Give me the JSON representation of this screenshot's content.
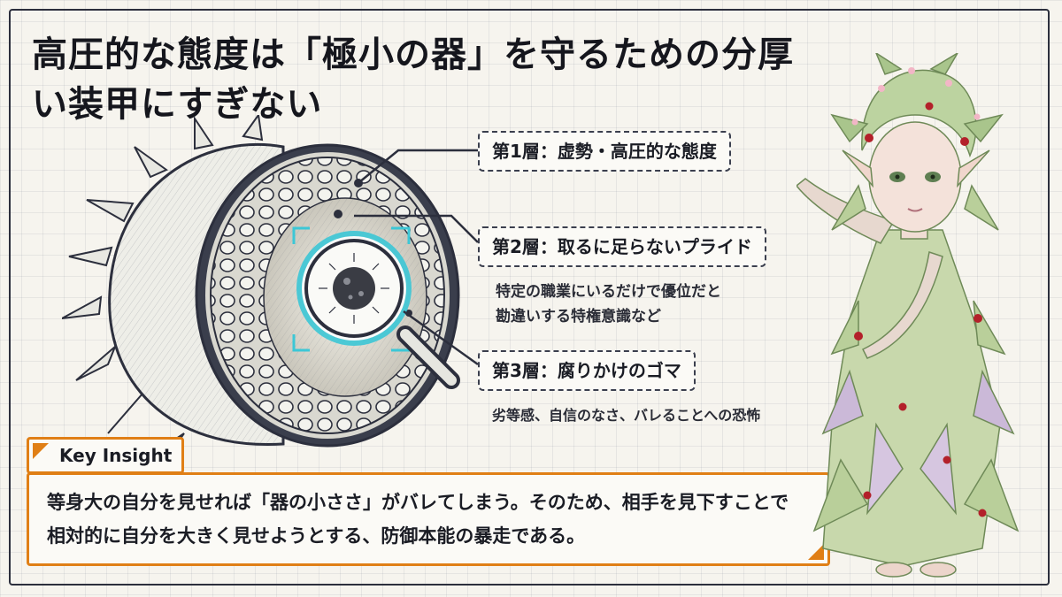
{
  "title": "高圧的な態度は「極小の器」を守るための分厚い装甲にすぎない",
  "layers": [
    {
      "label": "第1層：虚勢・高圧的な態度",
      "description": ""
    },
    {
      "label": "第2層：取るに足らないプライド",
      "description_lines": [
        "特定の職業にいるだけで優位だと",
        "勘違いする特権意識など"
      ]
    },
    {
      "label": "第3層：腐りかけのゴマ",
      "description_lines": [
        "劣等感、自信のなさ、バレることへの恐怖"
      ]
    }
  ],
  "insight": {
    "tab_label": "Key Insight",
    "body_lines": [
      "等身大の自分を見せれば「器の小ささ」がバレてしまう。そのため、相手を見下すことで",
      "相対的に自分を大きく見せようとする、防御本能の暴走である。"
    ]
  },
  "colors": {
    "accent": "#e07f16",
    "scan": "#3cc7d6",
    "ink": "#2c2f3d",
    "leaf": "#b9cf9a",
    "ladybug": "#b3202a"
  },
  "icons": [
    "spiked-shell-illustration",
    "magnifying-glass-icon",
    "leaf-sprite-character"
  ]
}
